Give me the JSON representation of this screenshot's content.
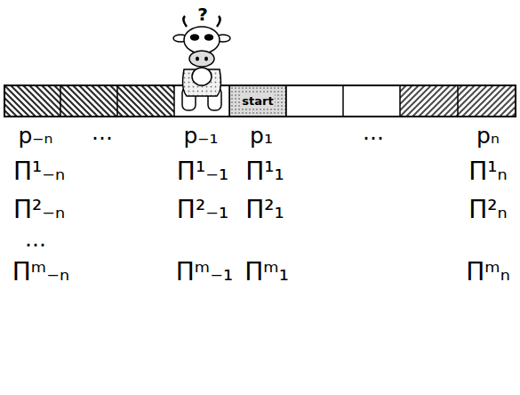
{
  "diagram": {
    "nodes": [
      {
        "text": [
          "start"
        ]
      }
    ],
    "labels": [
      "?",
      "p₋ₙ",
      "...",
      "p₋₁",
      "p₁",
      "...",
      "pₙ",
      "Π¹₋ₙ",
      "Π¹₋₁",
      "Π¹₁",
      "Π¹ₙ",
      "Π²₋ₙ",
      "Π²₋₁",
      "Π²₁",
      "Π²ₙ",
      "...",
      "Πᵐ₋ₙ",
      "Πᵐ₋₁",
      "Πᵐ₁",
      "Πᵐₙ"
    ]
  }
}
